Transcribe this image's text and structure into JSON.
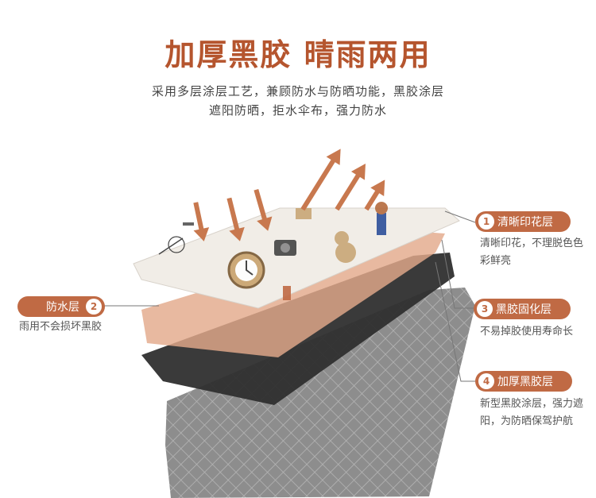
{
  "header": {
    "title": "加厚黑胶  晴雨两用",
    "subtitle_line1": "采用多层涂层工艺，兼顾防水与防晒功能，黑胶涂层",
    "subtitle_line2": "遮阳防晒，拒水伞布，强力防水"
  },
  "layers": [
    {
      "num": "1",
      "label": "清晰印花层",
      "desc": "清晰印花，不理脱色色彩鲜亮"
    },
    {
      "num": "2",
      "label": "防水层",
      "desc": "雨用不会损坏黑胶"
    },
    {
      "num": "3",
      "label": "黑胶固化层",
      "desc": "不易掉胶使用寿命长"
    },
    {
      "num": "4",
      "label": "加厚黑胶层",
      "desc": "新型黑胶涂层，强力遮阳，为防晒保驾护航"
    }
  ],
  "colors": {
    "accent": "#c06a44",
    "title": "#b5552e",
    "waterproof_layer": "#e8b59c",
    "black_glue_layer": "#2e2e2e",
    "thick_layer": "#8e8e8e"
  }
}
